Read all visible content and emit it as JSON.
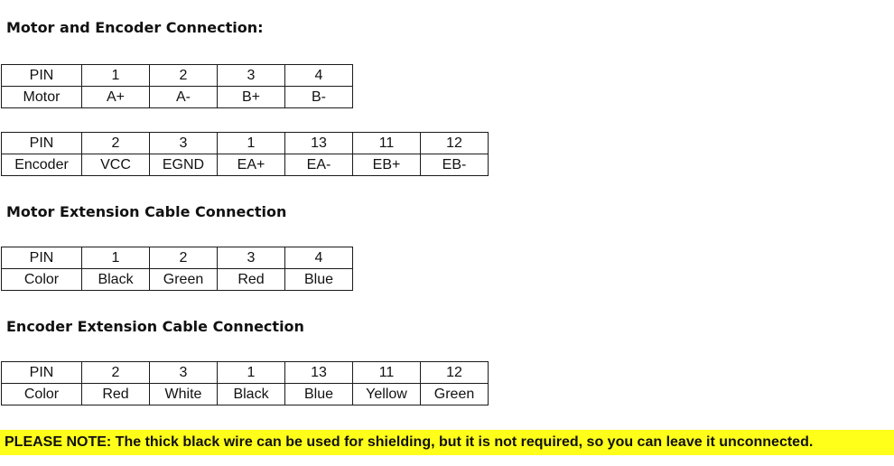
{
  "motor_encoder_section": {
    "title": "Motor and Encoder Connection:",
    "motor_table": {
      "rows": [
        [
          "PIN",
          "1",
          "2",
          "3",
          "4"
        ],
        [
          "Motor",
          "A+",
          "A-",
          "B+",
          "B-"
        ]
      ]
    },
    "encoder_table": {
      "rows": [
        [
          "PIN",
          "2",
          "3",
          "1",
          "13",
          "11",
          "12"
        ],
        [
          "Encoder",
          "VCC",
          "EGND",
          "EA+",
          "EA-",
          "EB+",
          "EB-"
        ]
      ]
    }
  },
  "motor_extension_section": {
    "title": "Motor Extension Cable Connection",
    "table": {
      "rows": [
        [
          "PIN",
          "1",
          "2",
          "3",
          "4"
        ],
        [
          "Color",
          "Black",
          "Green",
          "Red",
          "Blue"
        ]
      ]
    }
  },
  "encoder_extension_section": {
    "title": "Encoder Extension Cable Connection",
    "table": {
      "rows": [
        [
          "PIN",
          "2",
          "3",
          "1",
          "13",
          "11",
          "12"
        ],
        [
          "Color",
          "Red",
          "White",
          "Black",
          "Blue",
          "Yellow",
          "Green"
        ]
      ]
    }
  },
  "note": {
    "text": "PLEASE NOTE: The thick black wire can be used for shielding, but it is not required, so you can leave it unconnected.",
    "highlight_color": "#ffff1a"
  }
}
